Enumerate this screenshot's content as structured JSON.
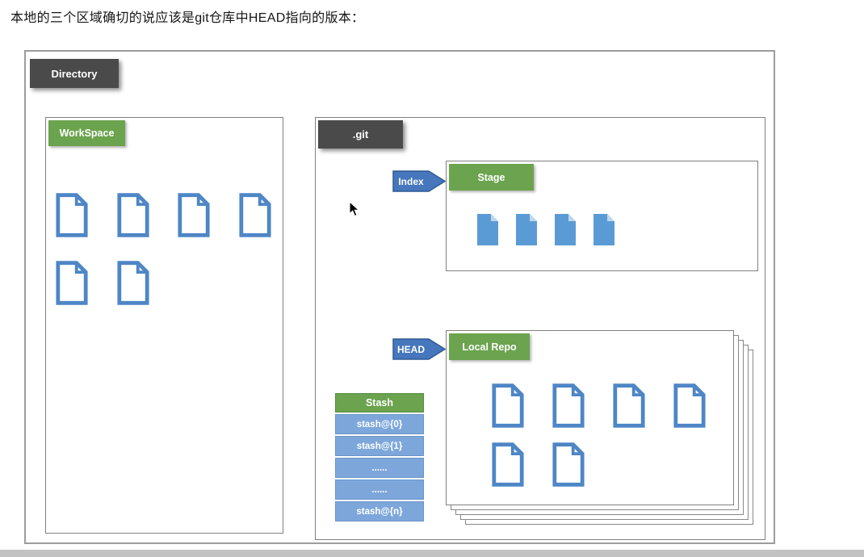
{
  "page": {
    "heading": "本地的三个区域确切的说应该是git仓库中HEAD指向的版本："
  },
  "diagram": {
    "directory_label": "Directory",
    "workspace": {
      "label": "WorkSpace",
      "file_count_row1": 4,
      "file_count_row2": 2
    },
    "git": {
      "label": ".git",
      "index_arrow_label": "Index",
      "head_arrow_label": "HEAD",
      "stage": {
        "label": "Stage",
        "file_count": 4
      },
      "local_repo": {
        "label": "Local Repo",
        "file_count_row1": 4,
        "file_count_row2": 2
      },
      "stash": {
        "label": "Stash",
        "rows": [
          "stash@{0}",
          "stash@{1}",
          "......",
          "......",
          "stash@{n}"
        ]
      }
    },
    "colors": {
      "tab_green": "#6ba34e",
      "tab_dark_gray": "#4a4a4a",
      "arrow_blue": "#4677bc",
      "file_outline_blue": "#4e86c6",
      "file_fill_blue": "#5b9bd5",
      "stash_row_blue": "#7da7db"
    }
  }
}
